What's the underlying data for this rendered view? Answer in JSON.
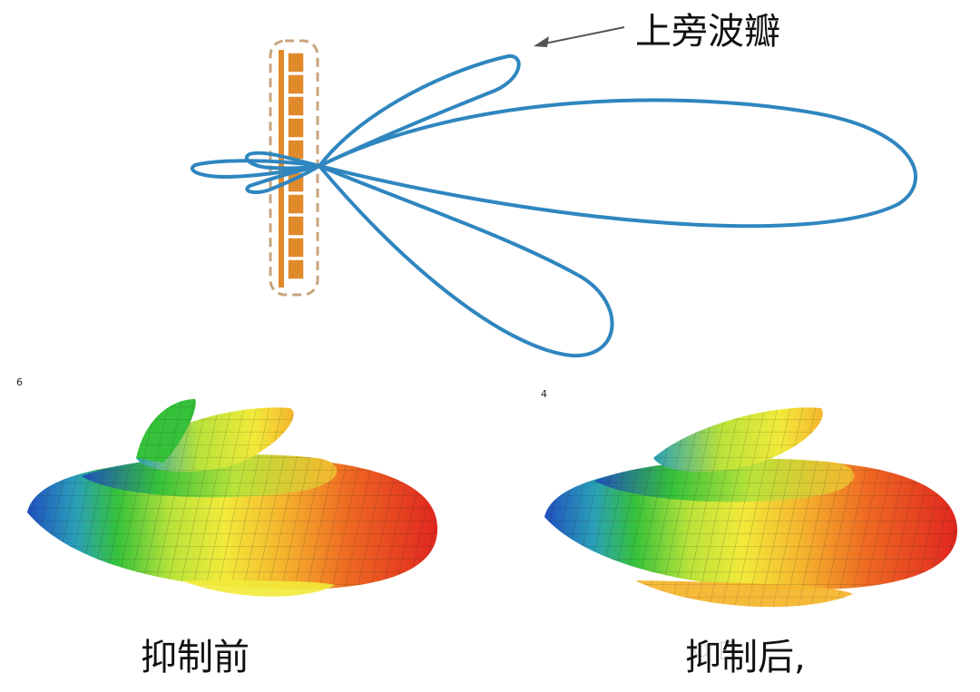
{
  "top": {
    "sidelobe_label": "上旁波瓣",
    "colors": {
      "pattern": "#2f86bf",
      "element": "#e08a2c",
      "frame": "#c9a57e",
      "arrow": "#555555"
    }
  },
  "bottom": {
    "left": {
      "corner_number": "6",
      "caption": "抑制前"
    },
    "right": {
      "corner_number": "4",
      "caption": "抑制后,"
    }
  },
  "heat_colors": [
    "#1f4fbf",
    "#2aa0b8",
    "#35c23a",
    "#b9e33a",
    "#f2ea3a",
    "#f5b62e",
    "#ef6a22",
    "#e0261f"
  ]
}
